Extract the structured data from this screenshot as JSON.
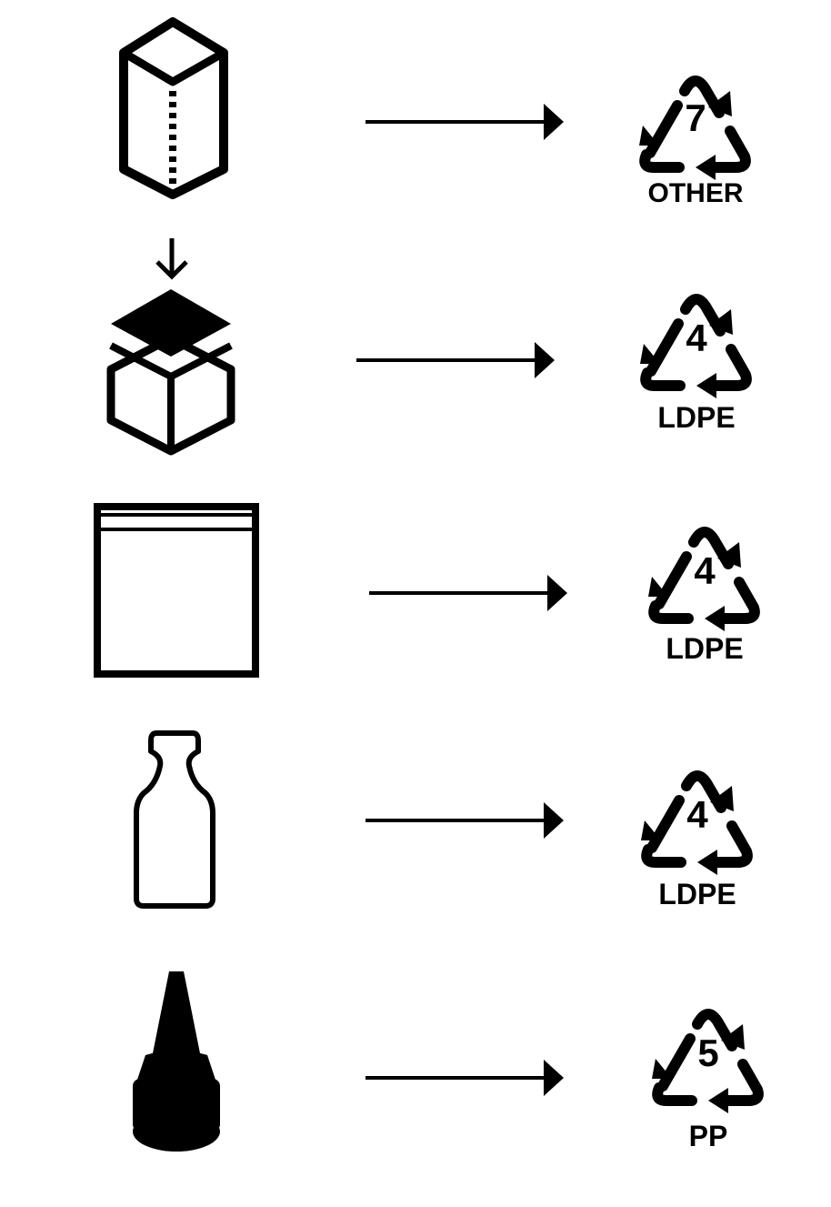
{
  "rows": [
    {
      "item_icon": "tall-carton-icon",
      "recycle_number": "7",
      "recycle_label": "OTHER"
    },
    {
      "item_icon": "box-lid-icon",
      "recycle_number": "4",
      "recycle_label": "LDPE"
    },
    {
      "item_icon": "zip-bag-icon",
      "recycle_number": "4",
      "recycle_label": "LDPE"
    },
    {
      "item_icon": "bottle-icon",
      "recycle_number": "4",
      "recycle_label": "LDPE"
    },
    {
      "item_icon": "nozzle-cap-icon",
      "recycle_number": "5",
      "recycle_label": "PP"
    }
  ]
}
